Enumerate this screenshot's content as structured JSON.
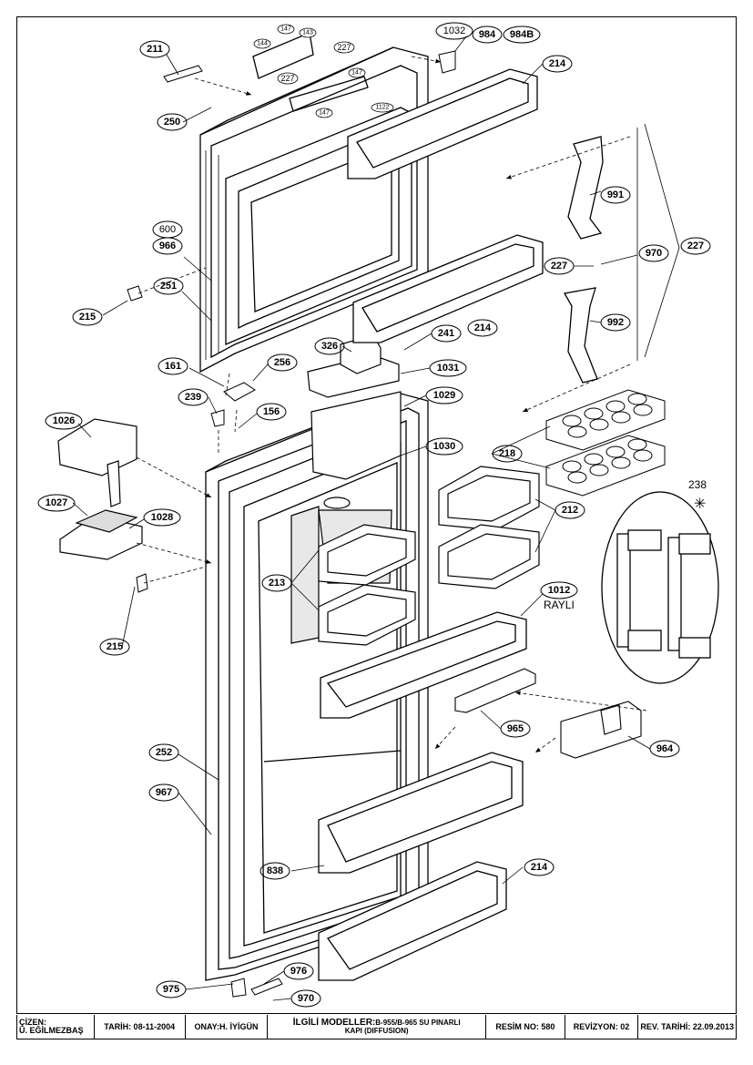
{
  "labels": {
    "l211": "211",
    "l250": "250",
    "l600": "600",
    "l966": "966",
    "l251": "251",
    "l215a": "215",
    "l161": "161",
    "l256": "256",
    "l239": "239",
    "l156": "156",
    "l1026": "1026",
    "l1027": "1027",
    "l1028": "1028",
    "l215b": "215",
    "l252": "252",
    "l967": "967",
    "l838": "838",
    "l975": "975",
    "l976": "976",
    "l970b": "970",
    "l214a": "214",
    "l214b": "214",
    "l214c": "214",
    "l1032": "1032",
    "l984": "984",
    "l984b": "984B",
    "l991": "991",
    "l992": "992",
    "l970a": "970",
    "l227a": "227",
    "l227b": "227",
    "l227t1": "227",
    "l227t2": "227",
    "l326": "326",
    "l241": "241",
    "l1031": "1031",
    "l1029": "1029",
    "l1030": "1030",
    "l218": "218",
    "l212": "212",
    "l213": "213",
    "l1012": "1012",
    "rayli": "RAYLI",
    "l238": "238",
    "asterisk": "✳",
    "l965": "965",
    "l964": "964",
    "s147a": "147",
    "s147b": "147",
    "s147c": "147",
    "s143": "143",
    "s144": "144",
    "s1122": "1122"
  },
  "titleblock": {
    "cizen_label": "ÇİZEN:",
    "cizen_name": "Ü. EĞİLMEZBAŞ",
    "tarih": "TARİH: 08-11-2004",
    "onay": "ONAY:H. İYİGÜN",
    "ilgili_label": "İLGİLİ MODELLER:",
    "ilgili_models": "B-955/B-965 SU PINARLI",
    "ilgili_line2": "KAPI (DIFFUSION)",
    "resim_no": "RESİM NO: 580",
    "revizyon": "REVİZYON: 02",
    "rev_tarihi": "REV. TARİHİ: 22.09.2013"
  }
}
